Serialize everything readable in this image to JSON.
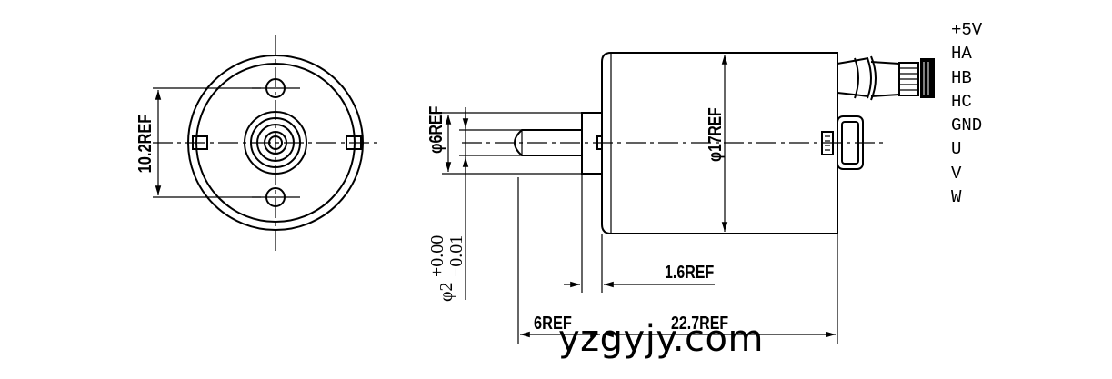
{
  "wire_labels": [
    "+5V",
    "HA",
    "HB",
    "HC",
    "GND",
    "U",
    "V",
    "W"
  ],
  "dimensions": {
    "hole_spacing": "10.2REF",
    "shaft_collar": "φ6REF",
    "body_diameter": "φ17REF",
    "shaft_diameter": "φ2",
    "shaft_tol_upper": "+0.00",
    "shaft_tol_lower": "−0.01",
    "collar_length": "1.6REF",
    "shaft_length": "6REF",
    "body_length": "22.7REF"
  },
  "watermark": "yzgyjy.com"
}
